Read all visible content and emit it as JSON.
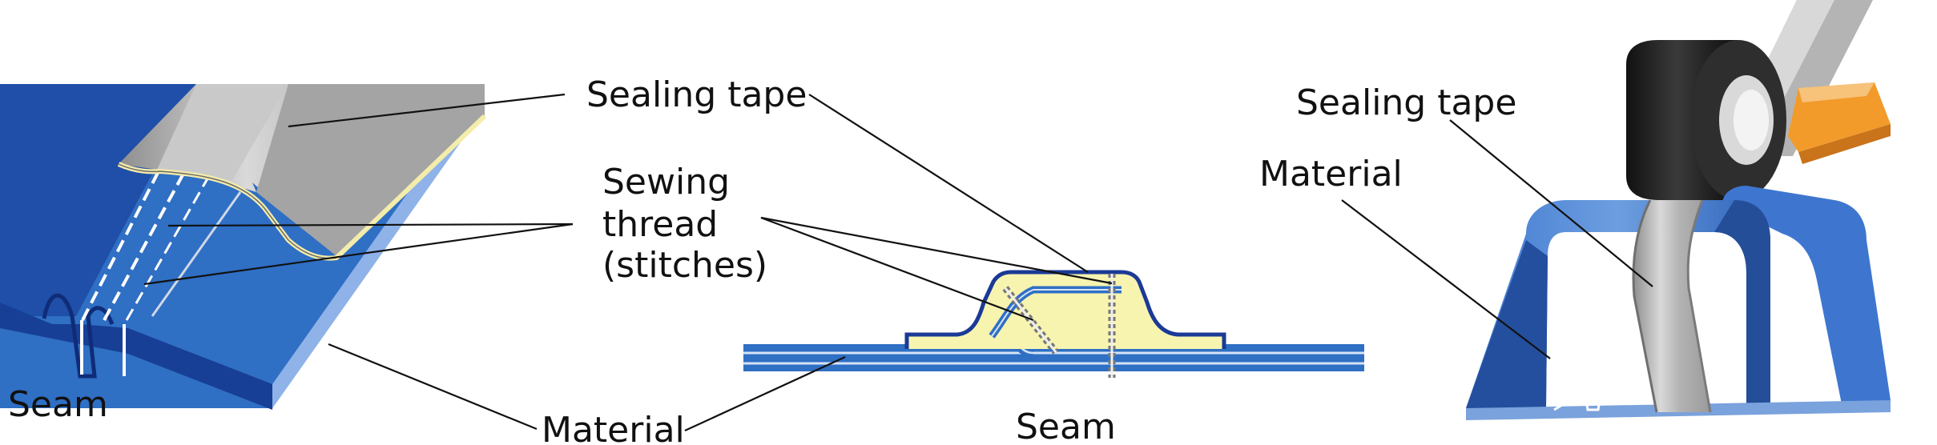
{
  "left_panel": {
    "sealing_tape": "Sealing tape",
    "sewing_thread_line1": "Sewing",
    "sewing_thread_line2": "thread",
    "sewing_thread_line3": "(stitches)",
    "seam": "Seam",
    "material": "Material"
  },
  "middle_panel": {
    "seam": "Seam"
  },
  "right_panel": {
    "sealing_tape": "Sealing tape",
    "material": "Material"
  },
  "colors": {
    "material_blue": "#2f6fc4",
    "material_dark": "#1a3f9a",
    "tape_grey": "#a8a8a8",
    "tape_yellow": "#f7f4b0",
    "roller_black": "#1e1e1e",
    "guide_orange": "#f29b2b"
  }
}
